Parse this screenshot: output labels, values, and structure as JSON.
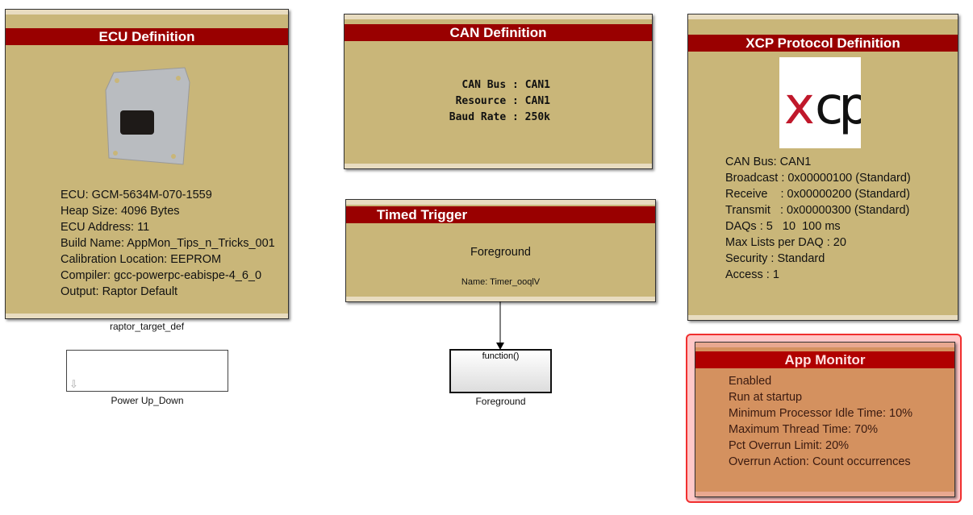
{
  "ecu": {
    "title": "ECU Definition",
    "lines": [
      "ECU: GCM-5634M-070-1559",
      "Heap Size: 4096 Bytes",
      "ECU Address: 11",
      "Build Name: AppMon_Tips_n_Tricks_001",
      "Calibration Location: EEPROM",
      "Compiler: gcc-powerpc-eabispe-4_6_0",
      "Output: Raptor Default"
    ],
    "caption": "raptor_target_def"
  },
  "powerup": {
    "caption": "Power Up_Down"
  },
  "can": {
    "title": "CAN Definition",
    "lines": [
      "CAN Bus : CAN1",
      "Resource : CAN1",
      "Baud Rate : 250k"
    ]
  },
  "timed": {
    "title": "Timed Trigger",
    "main": "Foreground",
    "name": "Name: Timer_ooqlV"
  },
  "foreground": {
    "port": "function()",
    "caption": "Foreground"
  },
  "xcp": {
    "title": "XCP Protocol Definition",
    "logo": "xcp",
    "lines": [
      "CAN Bus: CAN1",
      "Broadcast : 0x00000100 (Standard)",
      "Receive    : 0x00000200 (Standard)",
      "Transmit   : 0x00000300 (Standard)",
      "DAQs : 5   10  100 ms",
      "Max Lists per DAQ : 20",
      "Security : Standard",
      "Access : 1"
    ]
  },
  "appmon": {
    "title": "App Monitor",
    "lines": [
      "Enabled",
      "Run at startup",
      "Minimum Processor Idle Time: 10%",
      "Maximum Thread Time: 70%",
      "Pct Overrun Limit: 20%",
      "Overrun Action: Count occurrences"
    ]
  },
  "colors": {
    "header": "#990000",
    "block": "#c9b679",
    "appmon": "#d4915f",
    "highlight": "#ff3333"
  }
}
